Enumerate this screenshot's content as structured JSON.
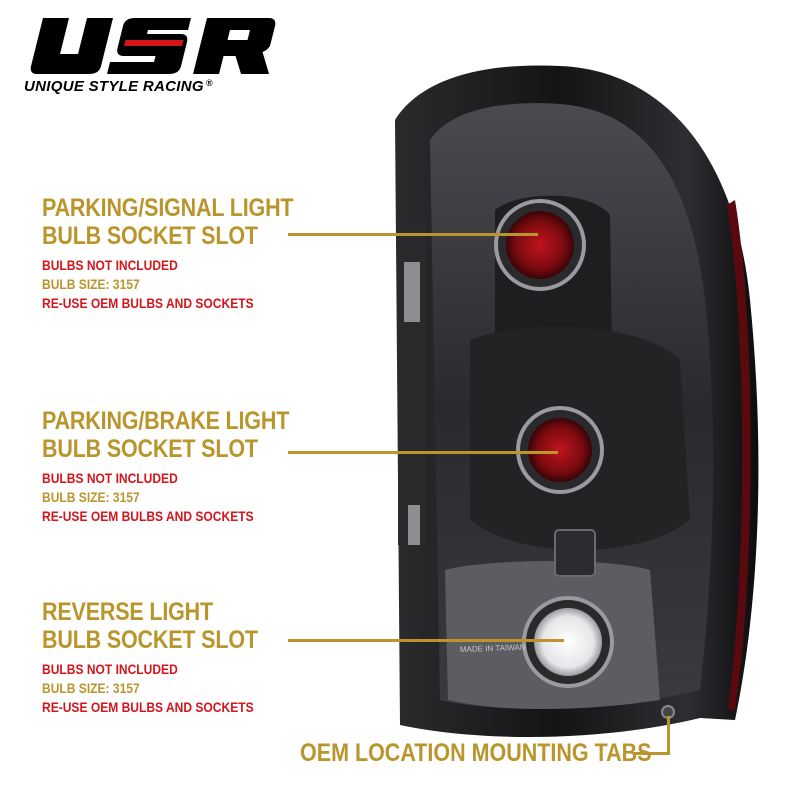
{
  "brand": {
    "logo_text": "USR",
    "tagline": "UNIQUE STYLE RACING",
    "registered_mark": "®"
  },
  "callouts": [
    {
      "title_line1": "PARKING/SIGNAL LIGHT",
      "title_line2": "BULB SOCKET SLOT",
      "notes": [
        "BULBS NOT INCLUDED",
        "BULB SIZE: 3157",
        "RE-USE OEM BULBS AND SOCKETS"
      ]
    },
    {
      "title_line1": "PARKING/BRAKE LIGHT",
      "title_line2": "BULB SOCKET SLOT",
      "notes": [
        "BULBS NOT INCLUDED",
        "BULB SIZE: 3157",
        "RE-USE OEM BULBS AND SOCKETS"
      ]
    },
    {
      "title_line1": "REVERSE LIGHT",
      "title_line2": "BULB SOCKET SLOT",
      "notes": [
        "BULBS NOT INCLUDED",
        "BULB SIZE: 3157",
        "RE-USE OEM BULBS AND SOCKETS"
      ]
    }
  ],
  "mounting_tabs_label": "OEM LOCATION MOUNTING TABS",
  "housing_markings": {
    "made_in": "MADE IN TAIWAN"
  },
  "colors": {
    "gold": "#b9952b",
    "red": "#d4151c",
    "housing": "#1a1a1c",
    "lens_red": "#8c0e14"
  }
}
